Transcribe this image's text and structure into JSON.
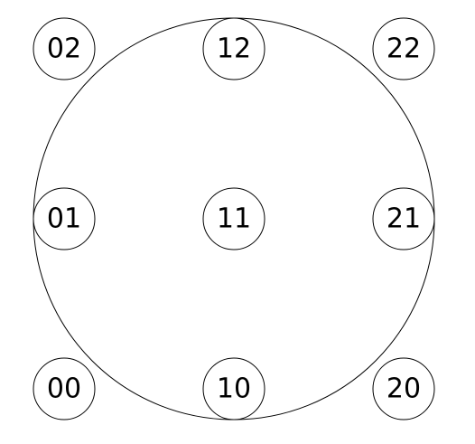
{
  "diagram": {
    "nodes": [
      {
        "id": "02",
        "label": "02"
      },
      {
        "id": "12",
        "label": "12"
      },
      {
        "id": "22",
        "label": "22"
      },
      {
        "id": "01",
        "label": "01"
      },
      {
        "id": "11",
        "label": "11"
      },
      {
        "id": "21",
        "label": "21"
      },
      {
        "id": "00",
        "label": "00"
      },
      {
        "id": "10",
        "label": "10"
      },
      {
        "id": "20",
        "label": "20"
      }
    ]
  }
}
